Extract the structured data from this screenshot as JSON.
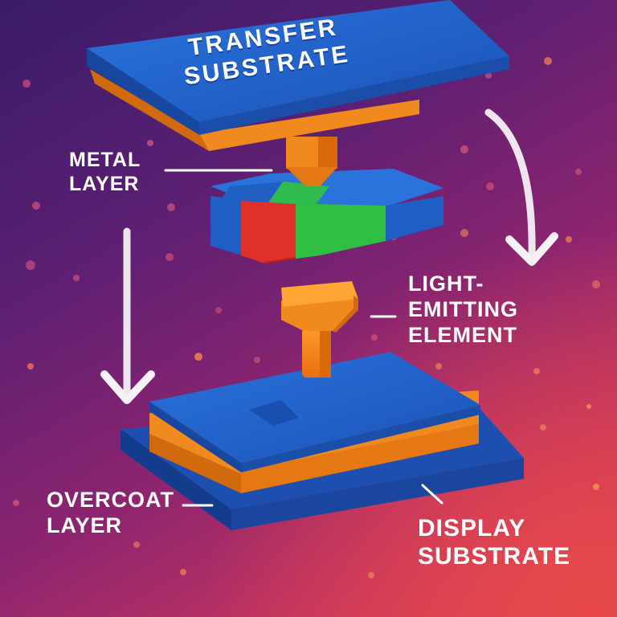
{
  "labels": {
    "transfer_substrate": [
      "TRANSFER",
      "SUBSTRATE"
    ],
    "metal_layer": [
      "METAL",
      "LAYER"
    ],
    "light_emitting_element": [
      "LIGHT-",
      "EMITTING",
      "ELEMENT"
    ],
    "overcoat_layer": [
      "OVERCOAT",
      "LAYER"
    ],
    "display_substrate": [
      "DISPLAY",
      "SUBSTRATE"
    ]
  },
  "colors": {
    "substrate_blue": "#1f5fc4",
    "orange": "#f0821e",
    "red_subpixel": "#e0302c",
    "green_subpixel": "#2fbf45",
    "blue_subpixel": "#1f5fc4",
    "arrow": "#f4f0f4"
  }
}
